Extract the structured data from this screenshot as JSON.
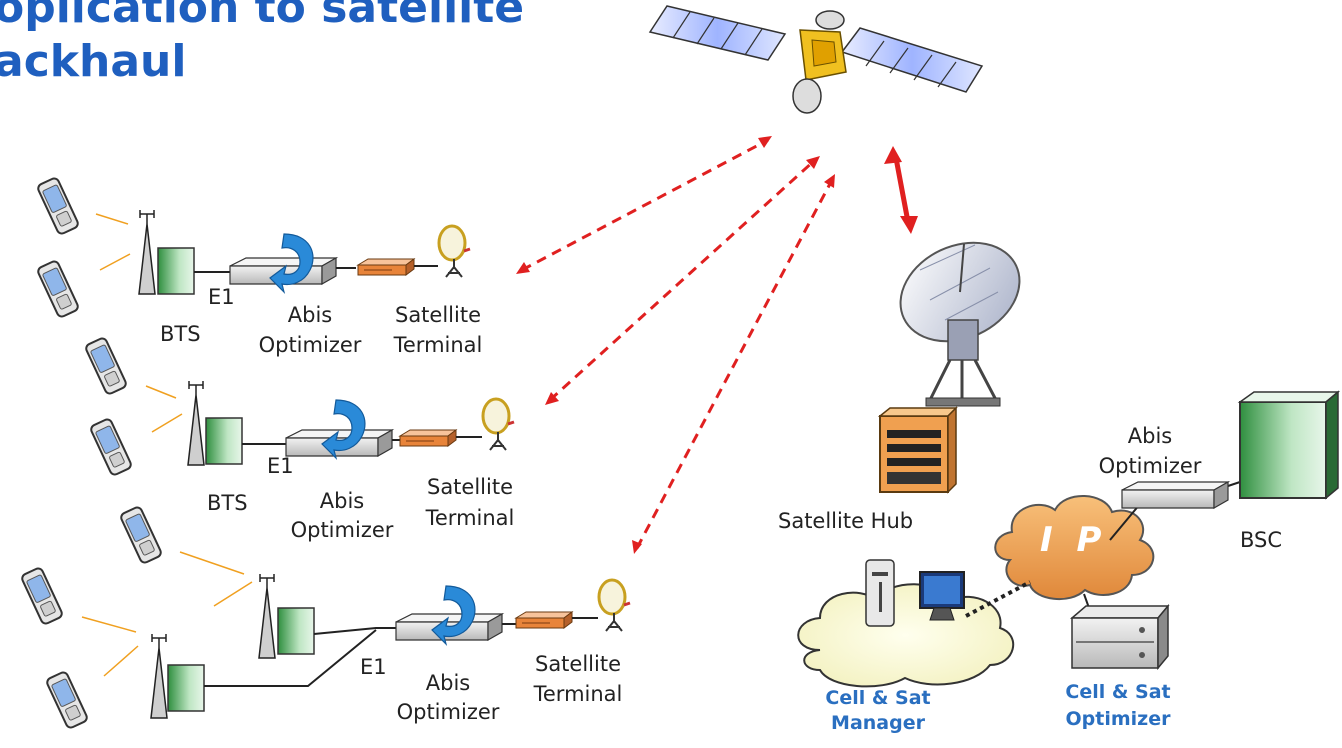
{
  "title": {
    "line1": "oplication to satellite",
    "line2": "ackhaul"
  },
  "sites": [
    {
      "bts_label": "BTS",
      "link_label": "E1",
      "optimizer_label_1": "Abis",
      "optimizer_label_2": "Optimizer",
      "terminal_label_1": "Satellite",
      "terminal_label_2": "Terminal"
    },
    {
      "bts_label": "BTS",
      "link_label": "E1",
      "optimizer_label_1": "Abis",
      "optimizer_label_2": "Optimizer",
      "terminal_label_1": "Satellite",
      "terminal_label_2": "Terminal"
    },
    {
      "link_label": "E1",
      "optimizer_label_1": "Abis",
      "optimizer_label_2": "Optimizer",
      "terminal_label_1": "Satellite",
      "terminal_label_2": "Terminal"
    }
  ],
  "core": {
    "hub_label": "Satellite Hub",
    "optimizer_label_1": "Abis",
    "optimizer_label_2": "Optimizer",
    "bsc_label": "BSC",
    "cloud_label": "I P",
    "manager_label_1": "Cell & Sat",
    "manager_label_2": "Manager",
    "cs_optimizer_label_1": "Cell & Sat",
    "cs_optimizer_label_2": "Optimizer"
  },
  "colors": {
    "title": "#1f5fbf",
    "link_arrow": "#e02020",
    "bts_green": "#3a9a4a",
    "optimizer_arrow": "#2a8ad8",
    "terminal_orange": "#e8843a",
    "cloud_orange": "#f0a04a",
    "device_label": "#2a6fc0"
  }
}
